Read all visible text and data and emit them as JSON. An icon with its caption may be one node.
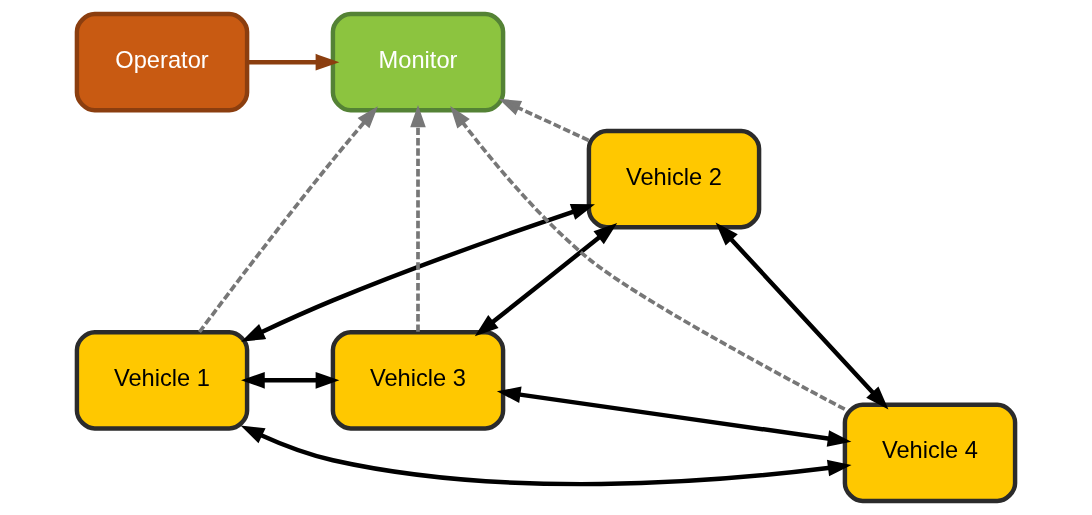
{
  "diagram": {
    "nodes": [
      {
        "text": [
          "Operator"
        ]
      },
      {
        "text": [
          "Monitor"
        ]
      },
      {
        "text": [
          "Vehicle 1"
        ]
      },
      {
        "text": [
          "Vehicle 2"
        ]
      },
      {
        "text": [
          "Vehicle 3"
        ]
      },
      {
        "text": [
          "Vehicle 4"
        ]
      }
    ],
    "edges": [
      {
        "from": 0,
        "to": 1,
        "arrow": "to",
        "color": "#8b3e0f"
      },
      {
        "from": 2,
        "to": 1,
        "arrow": "to",
        "style": "dashed",
        "color": "#777777"
      },
      {
        "from": 4,
        "to": 1,
        "arrow": "to",
        "style": "dashed",
        "color": "#777777"
      },
      {
        "from": 3,
        "to": 1,
        "arrow": "to",
        "style": "dashed",
        "color": "#777777"
      },
      {
        "from": 5,
        "to": 1,
        "arrow": "to",
        "style": "dashed",
        "color": "#777777"
      },
      {
        "from": 2,
        "to": 3,
        "arrow": "both"
      },
      {
        "from": 2,
        "to": 4,
        "arrow": "both"
      },
      {
        "from": 2,
        "to": 5,
        "arrow": "both"
      },
      {
        "from": 4,
        "to": 3,
        "arrow": "both"
      },
      {
        "from": 3,
        "to": 5,
        "arrow": "both"
      },
      {
        "from": 4,
        "to": 5,
        "arrow": "both"
      }
    ]
  }
}
